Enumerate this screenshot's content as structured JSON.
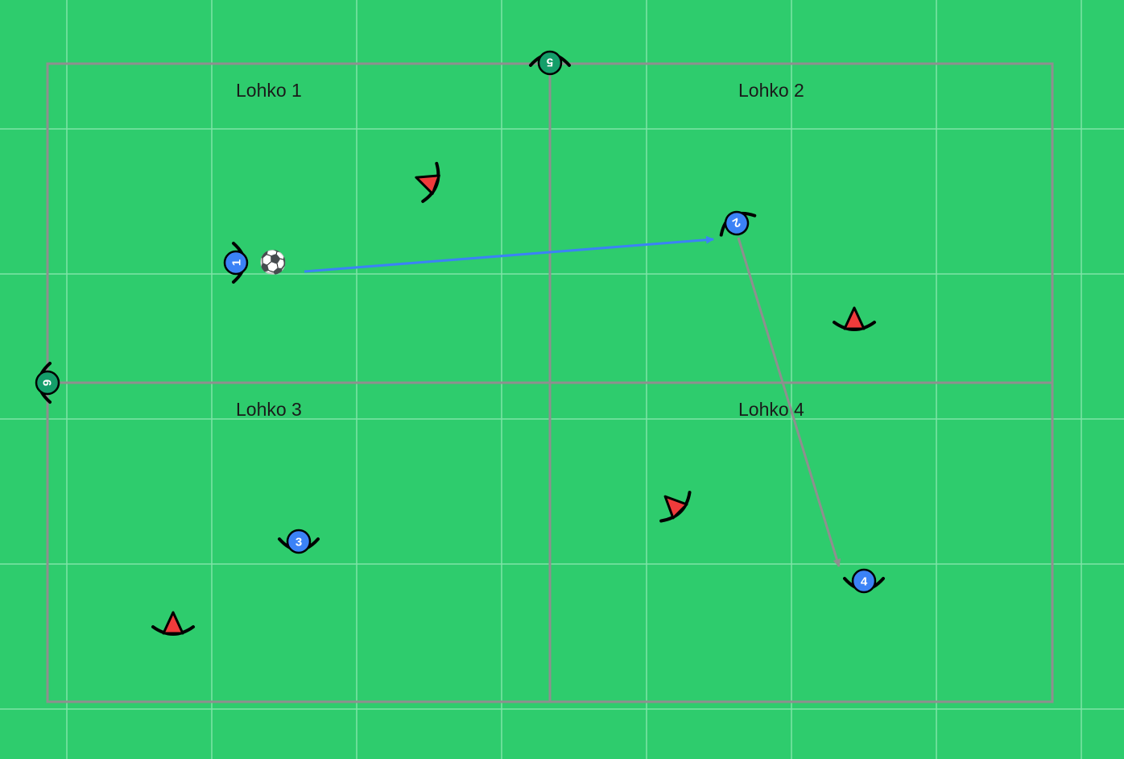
{
  "colors": {
    "field": "#2ecc6d",
    "grid": "#7fe3a7",
    "lines": "#8f8f8f",
    "attacker": "#3b82f6",
    "neutral": "#149e6a",
    "defender": "#ef3b3b",
    "pass_arrow": "#3b82f6",
    "run_arrow": "#8f8f8f"
  },
  "zones": [
    {
      "label": "Lohko 1"
    },
    {
      "label": "Lohko 2"
    },
    {
      "label": "Lohko 3"
    },
    {
      "label": "Lohko 4"
    }
  ],
  "players": [
    {
      "number": "1",
      "team": "attacker",
      "icon": "player-icon"
    },
    {
      "number": "2",
      "team": "attacker",
      "icon": "player-icon"
    },
    {
      "number": "3",
      "team": "attacker",
      "icon": "player-icon"
    },
    {
      "number": "4",
      "team": "attacker",
      "icon": "player-icon"
    },
    {
      "number": "5",
      "team": "neutral",
      "icon": "player-icon"
    },
    {
      "number": "6",
      "team": "neutral",
      "icon": "player-icon"
    }
  ],
  "cones": [
    "cone-icon",
    "cone-icon",
    "cone-icon",
    "cone-icon"
  ],
  "ball": {
    "glyph": "⚽",
    "icon": "soccer-ball-icon"
  },
  "arrows": [
    {
      "type": "pass",
      "from": "1",
      "to": "2"
    },
    {
      "type": "run",
      "from": "2",
      "to": "4"
    }
  ]
}
